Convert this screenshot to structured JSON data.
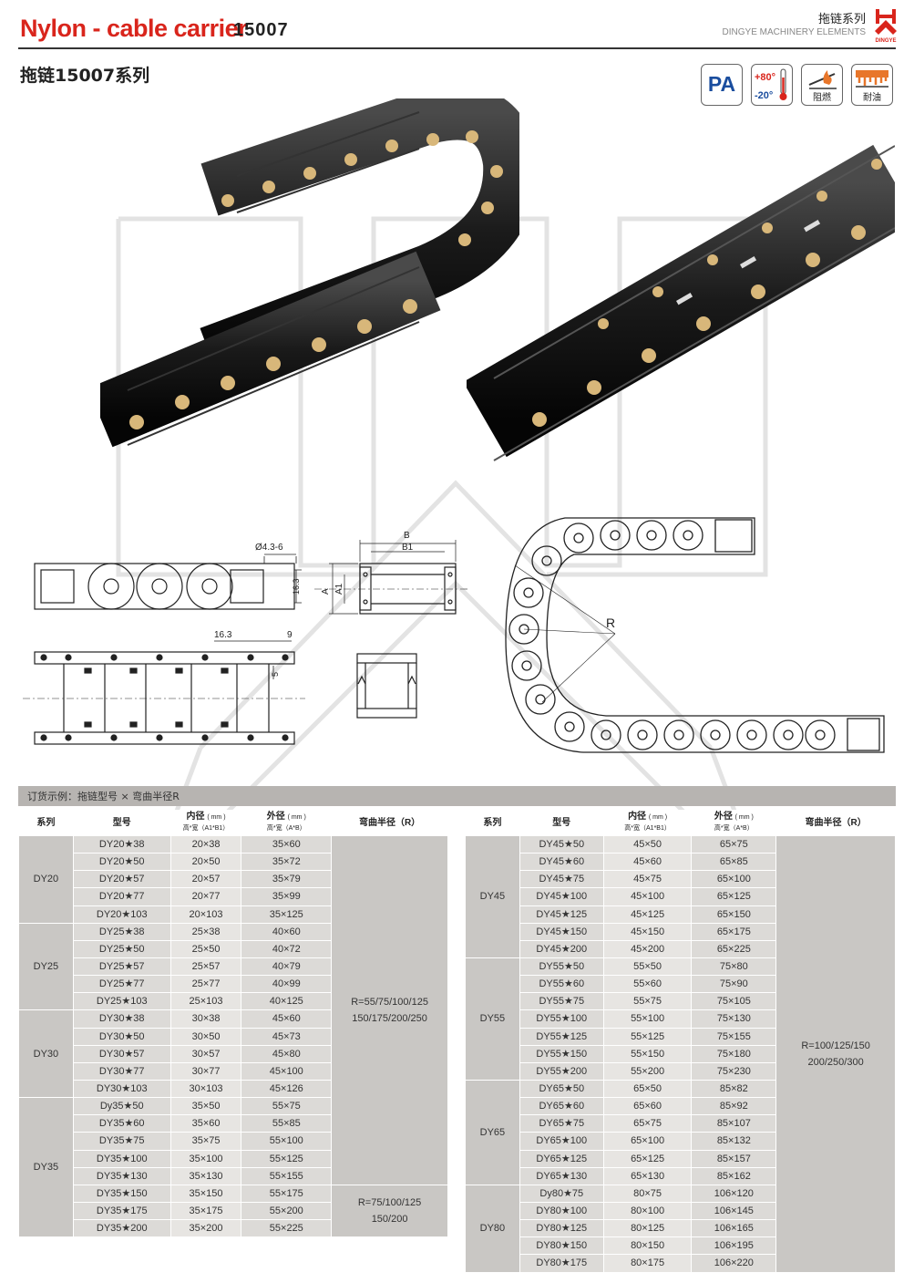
{
  "header": {
    "title": "Nylon - cable carrier",
    "code": "15007",
    "series_label": "拖链系列",
    "brand": "DINGYE  MACHINERY ELEMENTS",
    "logo_text": "DINGYE"
  },
  "subtitle": "拖链15007系列",
  "badges": [
    {
      "name": "pa",
      "text": "PA"
    },
    {
      "name": "temperature",
      "hi": "+80°",
      "lo": "-20°"
    },
    {
      "name": "flame-retardant",
      "label": "阻燃"
    },
    {
      "name": "oil-resistant",
      "label": "耐油"
    }
  ],
  "colors": {
    "accent_red": "#d9251c",
    "pa_blue": "#1a4d9e",
    "badge_orange": "#e8762a"
  },
  "drawing": {
    "hole": "Ø4.3-6",
    "h163": "16.3",
    "b": "B",
    "b1": "B1",
    "a": "A",
    "a1": "A1",
    "r": "R",
    "dim163": "16.3",
    "dim9": "9",
    "dim5": "5"
  },
  "order_example": "订货示例：拖链型号 × 弯曲半径R",
  "table_headers": {
    "series": "系列",
    "model": "型号",
    "inner": "内径",
    "inner_unit": "( mm )",
    "inner_sub": "高*宽（A1*B1）",
    "outer": "外径",
    "outer_unit": "( mm )",
    "outer_sub": "高*宽（A*B）",
    "radius": "弯曲半径（R）"
  },
  "left_table": {
    "groups": [
      {
        "series": "DY20",
        "rows": [
          [
            "DY20★38",
            "20×38",
            "35×60"
          ],
          [
            "DY20★50",
            "20×50",
            "35×72"
          ],
          [
            "DY20★57",
            "20×57",
            "35×79"
          ],
          [
            "DY20★77",
            "20×77",
            "35×99"
          ],
          [
            "DY20★103",
            "20×103",
            "35×125"
          ]
        ]
      },
      {
        "series": "DY25",
        "rows": [
          [
            "DY25★38",
            "25×38",
            "40×60"
          ],
          [
            "DY25★50",
            "25×50",
            "40×72"
          ],
          [
            "DY25★57",
            "25×57",
            "40×79"
          ],
          [
            "DY25★77",
            "25×77",
            "40×99"
          ],
          [
            "DY25★103",
            "25×103",
            "40×125"
          ]
        ]
      },
      {
        "series": "DY30",
        "rows": [
          [
            "DY30★38",
            "30×38",
            "45×60"
          ],
          [
            "DY30★50",
            "30×50",
            "45×73"
          ],
          [
            "DY30★57",
            "30×57",
            "45×80"
          ],
          [
            "DY30★77",
            "30×77",
            "45×100"
          ],
          [
            "DY30★103",
            "30×103",
            "45×126"
          ]
        ]
      },
      {
        "series": "DY35",
        "rows": [
          [
            "Dy35★50",
            "35×50",
            "55×75"
          ],
          [
            "DY35★60",
            "35×60",
            "55×85"
          ],
          [
            "DY35★75",
            "35×75",
            "55×100"
          ],
          [
            "DY35★100",
            "35×100",
            "55×125"
          ],
          [
            "DY35★130",
            "35×130",
            "55×155"
          ],
          [
            "DY35★150",
            "35×150",
            "55×175"
          ],
          [
            "DY35★175",
            "35×175",
            "55×200"
          ],
          [
            "DY35★200",
            "35×200",
            "55×225"
          ]
        ]
      }
    ],
    "radius_1": [
      "R=55/75/100/125",
      "150/175/200/250"
    ],
    "radius_2": [
      "R=75/100/125",
      "150/200"
    ]
  },
  "right_table": {
    "groups": [
      {
        "series": "DY45",
        "rows": [
          [
            "DY45★50",
            "45×50",
            "65×75"
          ],
          [
            "DY45★60",
            "45×60",
            "65×85"
          ],
          [
            "DY45★75",
            "45×75",
            "65×100"
          ],
          [
            "DY45★100",
            "45×100",
            "65×125"
          ],
          [
            "DY45★125",
            "45×125",
            "65×150"
          ],
          [
            "DY45★150",
            "45×150",
            "65×175"
          ],
          [
            "DY45★200",
            "45×200",
            "65×225"
          ]
        ]
      },
      {
        "series": "DY55",
        "rows": [
          [
            "DY55★50",
            "55×50",
            "75×80"
          ],
          [
            "DY55★60",
            "55×60",
            "75×90"
          ],
          [
            "DY55★75",
            "55×75",
            "75×105"
          ],
          [
            "DY55★100",
            "55×100",
            "75×130"
          ],
          [
            "DY55★125",
            "55×125",
            "75×155"
          ],
          [
            "DY55★150",
            "55×150",
            "75×180"
          ],
          [
            "DY55★200",
            "55×200",
            "75×230"
          ]
        ]
      },
      {
        "series": "DY65",
        "rows": [
          [
            "DY65★50",
            "65×50",
            "85×82"
          ],
          [
            "DY65★60",
            "65×60",
            "85×92"
          ],
          [
            "DY65★75",
            "65×75",
            "85×107"
          ],
          [
            "DY65★100",
            "65×100",
            "85×132"
          ],
          [
            "DY65★125",
            "65×125",
            "85×157"
          ],
          [
            "DY65★130",
            "65×130",
            "85×162"
          ]
        ]
      },
      {
        "series": "DY80",
        "rows": [
          [
            "Dy80★75",
            "80×75",
            "106×120"
          ],
          [
            "DY80★100",
            "80×100",
            "106×145"
          ],
          [
            "DY80★125",
            "80×125",
            "106×165"
          ],
          [
            "DY80★150",
            "80×150",
            "106×195"
          ],
          [
            "DY80★175",
            "80×175",
            "106×220"
          ]
        ]
      }
    ],
    "radius": [
      "R=100/125/150",
      "200/250/300"
    ]
  }
}
